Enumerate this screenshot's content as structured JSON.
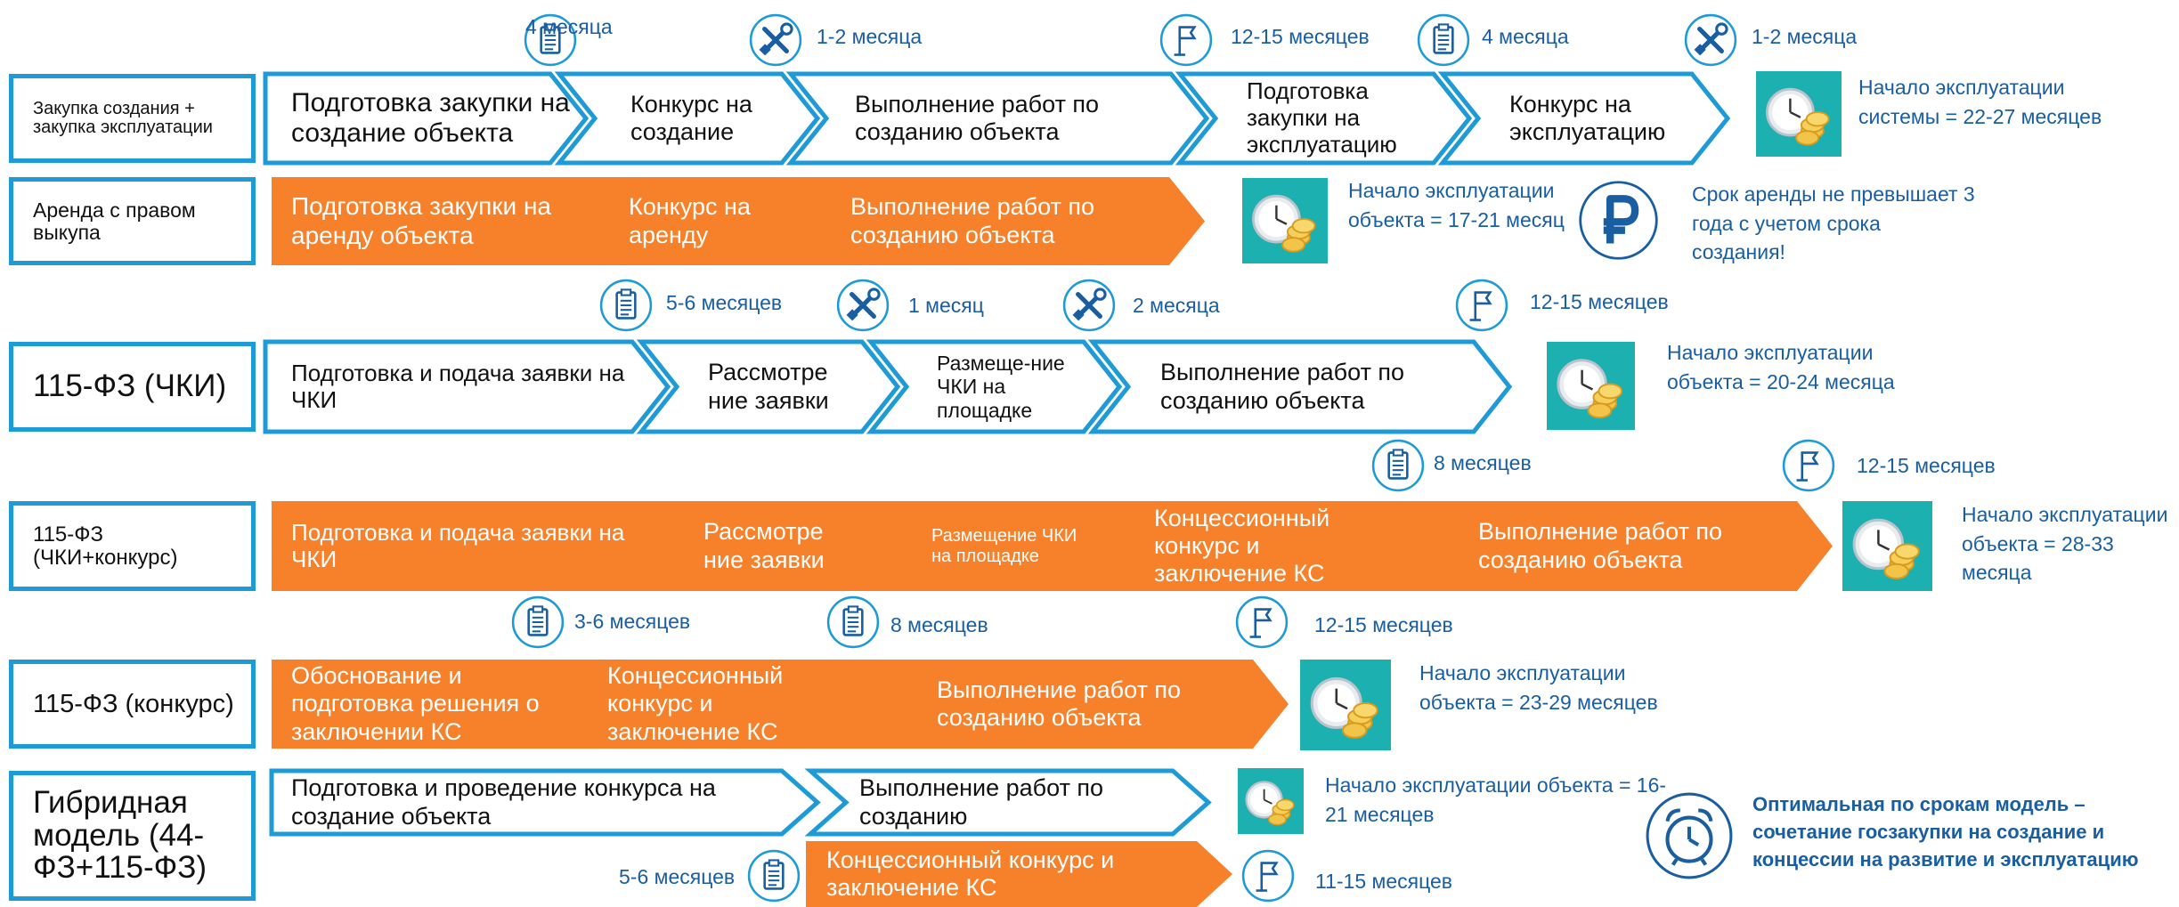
{
  "colors": {
    "accent": "#1e9bd7",
    "orange": "#f7802a",
    "text_blue": "#1a5ea2",
    "teal": "#1db0b1"
  },
  "rows": [
    {
      "label": "Закупка создания + закупка эксплуатации",
      "steps": [
        {
          "text": "Подготовка закупки на создание объекта",
          "style": "outline"
        },
        {
          "text": "Конкурс на создание",
          "style": "outline"
        },
        {
          "text": "Выполнение работ по созданию объекта",
          "style": "outline"
        },
        {
          "text": "Подготовка закупки на эксплуатацию",
          "style": "outline"
        },
        {
          "text": "Конкурс на эксплуатацию",
          "style": "outline"
        }
      ],
      "durations": [
        {
          "text": "4 месяца",
          "icon": "clipboard-icon"
        },
        {
          "text": "1-2 месяца",
          "icon": "tools-icon"
        },
        {
          "text": "12-15 месяцев",
          "icon": "flag-icon"
        },
        {
          "text": "4 месяца",
          "icon": "clipboard-icon"
        },
        {
          "text": "1-2 месяца",
          "icon": "tools-icon"
        }
      ],
      "result": "Начало эксплуатации системы = 22-27 месяцев"
    },
    {
      "label": "Аренда с правом выкупа",
      "steps": [
        {
          "text": "Подготовка закупки на аренду объекта",
          "style": "filled"
        },
        {
          "text": "Конкурс на аренду",
          "style": "filled"
        },
        {
          "text": "Выполнение работ по созданию объекта",
          "style": "filled"
        }
      ],
      "durations": [],
      "result": "Начало эксплуатации объекта = 17-21 месяц",
      "note": "Срок аренды не превышает 3 года с учетом срока создания!"
    },
    {
      "label": "115-ФЗ (ЧКИ)",
      "steps": [
        {
          "text": "Подготовка и подача заявки на ЧКИ",
          "style": "outline"
        },
        {
          "text": "Рассмотре ние заявки",
          "style": "outline"
        },
        {
          "text": "Размеще-ние ЧКИ на площадке",
          "style": "outline"
        },
        {
          "text": "Выполнение работ по созданию объекта",
          "style": "outline"
        }
      ],
      "durations": [
        {
          "text": "5-6 месяцев",
          "icon": "clipboard-icon"
        },
        {
          "text": "1 месяц",
          "icon": "tools-icon"
        },
        {
          "text": "2 месяца",
          "icon": "tools-icon"
        },
        {
          "text": "12-15 месяцев",
          "icon": "flag-icon"
        }
      ],
      "result": "Начало эксплуатации объекта = 20-24 месяца"
    },
    {
      "label": "115-ФЗ (ЧКИ+конкурс)",
      "steps": [
        {
          "text": "Подготовка и подача заявки на ЧКИ",
          "style": "filled"
        },
        {
          "text": "Рассмотре ние заявки",
          "style": "filled"
        },
        {
          "text": "Размещение ЧКИ на площадке",
          "style": "filled"
        },
        {
          "text": "Концессионный конкурс и заключение КС",
          "style": "filled"
        },
        {
          "text": "Выполнение работ по созданию объекта",
          "style": "filled"
        }
      ],
      "durations": [
        {
          "text": "8 месяцев",
          "icon": "clipboard-icon"
        },
        {
          "text": "12-15 месяцев",
          "icon": "flag-icon"
        }
      ],
      "result": "Начало эксплуатации объекта = 28-33 месяца"
    },
    {
      "label": "115-ФЗ (конкурс)",
      "steps": [
        {
          "text": "Обоснование и подготовка решения о заключении КС",
          "style": "filled"
        },
        {
          "text": "Концессионный конкурс и заключение КС",
          "style": "filled"
        },
        {
          "text": "Выполнение работ по созданию объекта",
          "style": "filled"
        }
      ],
      "durations": [
        {
          "text": "3-6 месяцев",
          "icon": "clipboard-icon"
        },
        {
          "text": "8 месяцев",
          "icon": "clipboard-icon"
        },
        {
          "text": "12-15 месяцев",
          "icon": "flag-icon"
        }
      ],
      "result": "Начало эксплуатации объекта = 23-29 месяцев"
    },
    {
      "label": "Гибридная модель (44-ФЗ+115-ФЗ)",
      "steps": [
        {
          "text": "Подготовка и проведение конкурса на создание объекта",
          "style": "outline"
        },
        {
          "text": "Выполнение работ по созданию",
          "style": "outline"
        },
        {
          "text": "Концессионный конкурс и заключение КС",
          "style": "filled"
        }
      ],
      "durations": [
        {
          "text": "5-6 месяцев",
          "icon": "clipboard-icon"
        },
        {
          "text": "11-15 месяцев",
          "icon": "flag-icon"
        }
      ],
      "result": "Начало эксплуатации объекта = 16-21 месяцев"
    }
  ],
  "conclusion": "Оптимальная по срокам модель – сочетание госзакупки на создание и концессии на развитие и эксплуатацию",
  "icons": [
    "clipboard-icon",
    "tools-icon",
    "flag-icon",
    "clock-coins-icon",
    "ruble-icon",
    "alarm-clock-icon"
  ]
}
